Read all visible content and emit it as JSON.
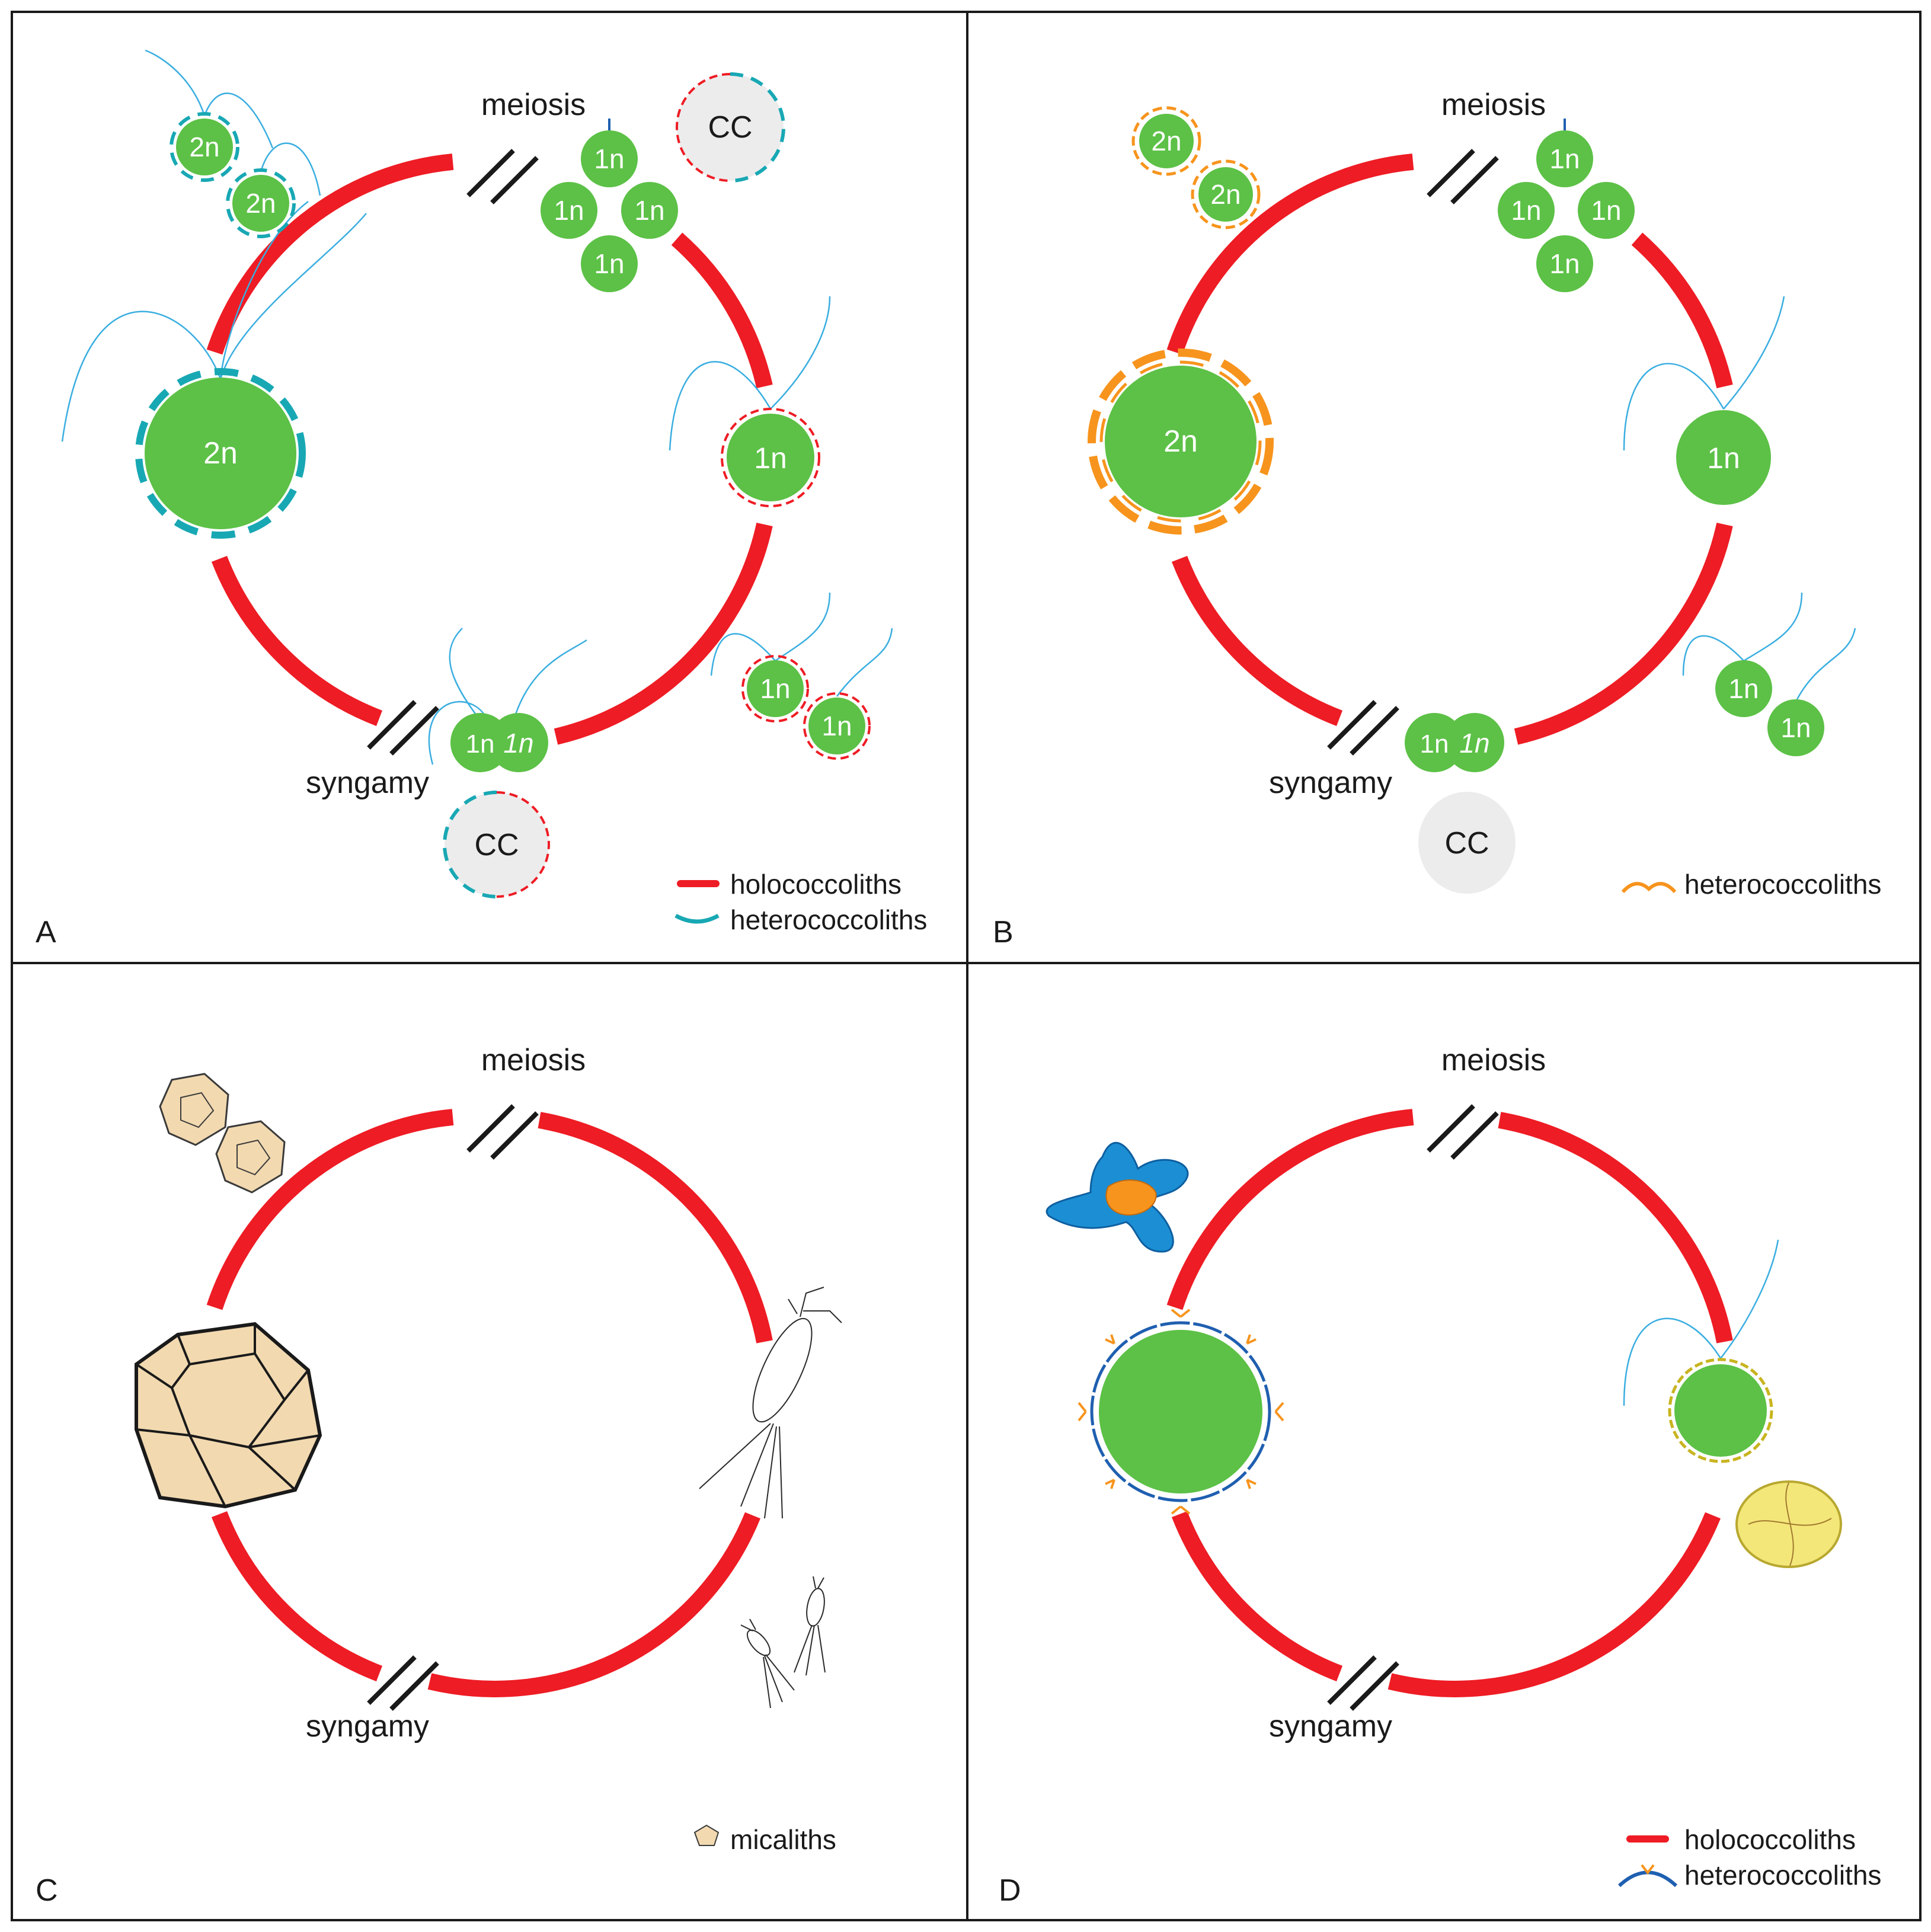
{
  "panels": {
    "A": {
      "letter": "A",
      "meiosis": "meiosis",
      "syngamy": "syngamy",
      "cells": {
        "big": "2n",
        "small": "2n",
        "one": "1n",
        "syn": "1n"
      },
      "cc": "CC",
      "legend": {
        "holo": "holococcoliths",
        "hetero": "heterococcoliths"
      },
      "colors": {
        "holo": "#ee1c24",
        "hetero": "#18a8b4"
      }
    },
    "B": {
      "letter": "B",
      "meiosis": "meiosis",
      "syngamy": "syngamy",
      "cells": {
        "big": "2n",
        "small": "2n",
        "one": "1n",
        "syn": "1n"
      },
      "cc": "CC",
      "legend": {
        "hetero": "heterococcoliths"
      },
      "colors": {
        "hetero": "#f7941d"
      }
    },
    "C": {
      "letter": "C",
      "meiosis": "meiosis",
      "syngamy": "syngamy",
      "legend": {
        "micaliths": "micaliths"
      }
    },
    "D": {
      "letter": "D",
      "meiosis": "meiosis",
      "syngamy": "syngamy",
      "legend": {
        "holo": "holococcoliths",
        "hetero": "heterococcoliths"
      },
      "colors": {
        "holo": "#ee1c24",
        "hetero": "#1f5fb0"
      }
    }
  }
}
